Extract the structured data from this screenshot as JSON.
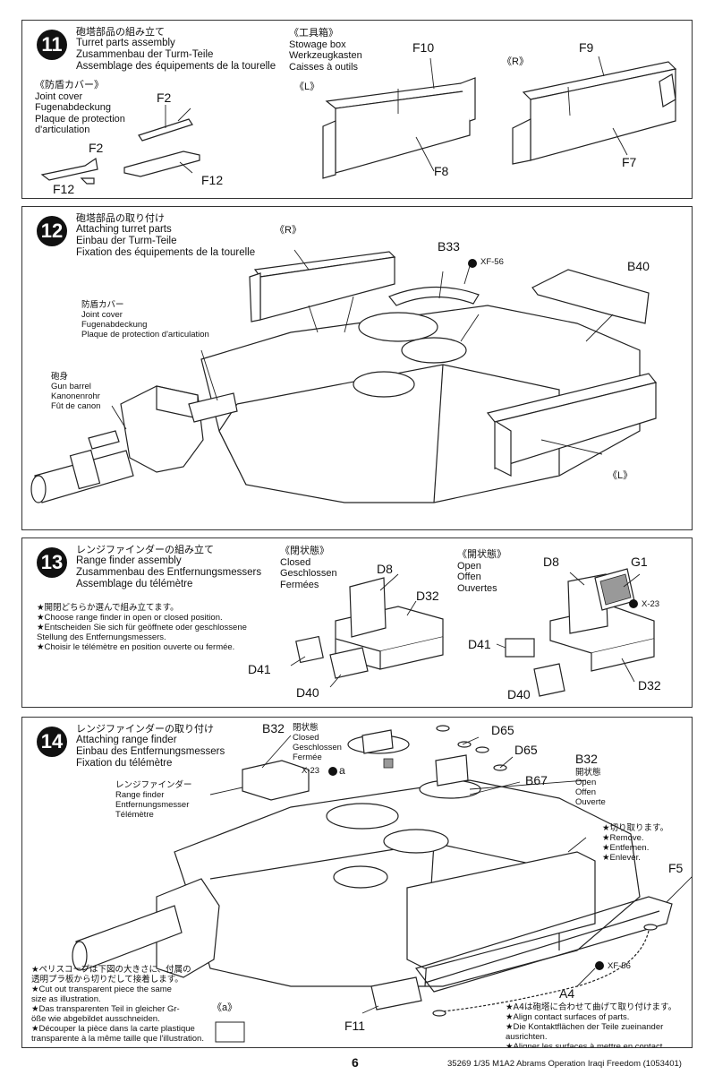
{
  "step11": {
    "num": "11",
    "title": [
      "砲塔部品の組み立て",
      "Turret parts assembly",
      "Zusammenbau der Turm-Teile",
      "Assemblage des équipements de la tourelle"
    ],
    "joint_cover": [
      "《防盾カバー》",
      "Joint cover",
      "Fugenabdeckung",
      "Plaque de protection",
      "d'articulation"
    ],
    "stowage": [
      "《工具箱》",
      "Stowage box",
      "Werkzeugkasten",
      "Caisses à outils"
    ],
    "side_l": "《L》",
    "side_r": "《R》",
    "parts": {
      "f2a": "F2",
      "f12a": "F12",
      "f2b": "F2",
      "f12b": "F12",
      "f10": "F10",
      "f8": "F8",
      "f9": "F9",
      "f7": "F7"
    }
  },
  "step12": {
    "num": "12",
    "title": [
      "砲塔部品の取り付け",
      "Attaching turret parts",
      "Einbau der Turm-Teile",
      "Fixation des équipements de la tourelle"
    ],
    "side_r": "《R》",
    "side_l": "《L》",
    "b33": "B33",
    "xf56": "XF-56",
    "b40": "B40",
    "joint_cover": [
      "防盾カバー",
      "Joint cover",
      "Fugenabdeckung",
      "Plaque de protection d'articulation"
    ],
    "gun_barrel": [
      "砲身",
      "Gun barrel",
      "Kanonenrohr",
      "Fût de canon"
    ]
  },
  "step13": {
    "num": "13",
    "title": [
      "レンジファインダーの組み立て",
      "Range finder assembly",
      "Zusammenbau des Entfernungsmessers",
      "Assemblage du télémètre"
    ],
    "choose": [
      "★開閉どちらか選んで組み立てます。",
      "★Choose range finder in open or closed position.",
      "★Entscheiden Sie sich für geöffnete oder geschlossene",
      "Stellung des Entfernungsmessers.",
      "★Choisir le télémètre en position ouverte ou fermée."
    ],
    "closed": [
      "《閉状態》",
      "Closed",
      "Geschlossen",
      "Fermées"
    ],
    "open": [
      "《開状態》",
      "Open",
      "Offen",
      "Ouvertes"
    ],
    "parts": {
      "d8a": "D8",
      "d32a": "D32",
      "d41a": "D41",
      "d40a": "D40",
      "d8b": "D8",
      "g1": "G1",
      "x23": "X-23",
      "d41b": "D41",
      "d40b": "D40",
      "d32b": "D32"
    }
  },
  "step14": {
    "num": "14",
    "title": [
      "レンジファインダーの取り付け",
      "Attaching range finder",
      "Einbau des Entfernungsmessers",
      "Fixation du télémètre"
    ],
    "b32a": "B32",
    "closed": [
      "閉状態",
      "Closed",
      "Geschlossen",
      "Fermée"
    ],
    "x23": "X-23",
    "a_mark": "a",
    "d65a": "D65",
    "d65b": "D65",
    "b32b": "B32",
    "open": [
      "開状態",
      "Open",
      "Offen",
      "Ouverte"
    ],
    "b67": "B67",
    "range_finder": [
      "レンジファインダー",
      "Range finder",
      "Entfernungsmesser",
      "Télémètre"
    ],
    "remove": [
      "★切り取ります。",
      "★Remove.",
      "★Entfernen.",
      "★Enlever."
    ],
    "f5": "F5",
    "xf56": "XF-56",
    "a4": "A4",
    "align": [
      "★A4は砲塔に合わせて曲げて取り付けます。",
      "★Align contact surfaces of parts.",
      "★Die Kontaktflächen der Teile zueinander ausrichten.",
      "★Aligner les surfaces à mettre en contact."
    ],
    "periscope": [
      "★ペリスコープは下図の大きさに、付属の",
      "透明プラ板から切りだして接着します。",
      "★Cut out transparent piece the same",
      "size as illustration.",
      "★Das transparenten Teil in gleicher Gr-",
      "öße wie abgebildet ausschneiden.",
      "★Découper la pièce dans la carte plastique",
      "transparente à la même taille que l'illustration."
    ],
    "a_box": "《a》",
    "f11": "F11"
  },
  "footer": {
    "page": "6",
    "ref": "35269  1/35 M1A2 Abrams Operation Iraqi Freedom (1053401)"
  }
}
